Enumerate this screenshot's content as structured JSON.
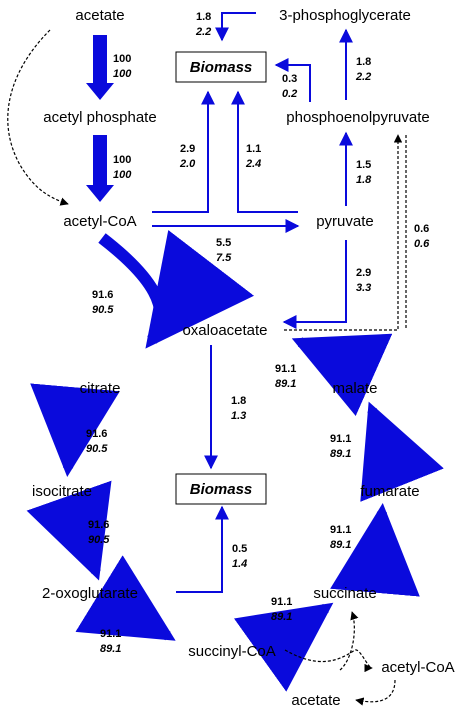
{
  "nodes": {
    "acetate_top": "acetate",
    "three_pg": "3-phosphoglycerate",
    "acetyl_phosphate": "acetyl phosphate",
    "pep": "phosphoenolpyruvate",
    "acetyl_coa": "acetyl-CoA",
    "pyruvate": "pyruvate",
    "oxaloacetate": "oxaloacetate",
    "citrate": "citrate",
    "malate": "malate",
    "isocitrate": "isocitrate",
    "fumarate": "fumarate",
    "oxoglutarate": "2-oxoglutarate",
    "succinate": "succinate",
    "succinyl_coa": "succinyl-CoA",
    "acetyl_coa_bottom": "acetyl-CoA",
    "acetate_bottom": "acetate"
  },
  "biomass_top": "Biomass",
  "biomass_mid": "Biomass",
  "fluxes": {
    "acetate_acp": [
      "100",
      "100"
    ],
    "acp_accoa": [
      "100",
      "100"
    ],
    "pg3_biomass": [
      "1.8",
      "2.2"
    ],
    "pep_pg3": [
      "1.8",
      "2.2"
    ],
    "pep_biomass": [
      "0.3",
      "0.2"
    ],
    "accoa_biomass": [
      "2.9",
      "2.0"
    ],
    "pyr_biomass": [
      "1.1",
      "2.4"
    ],
    "pyr_pep": [
      "1.5",
      "1.8"
    ],
    "accoa_pyr": [
      "5.5",
      "7.5"
    ],
    "oaa_pep": [
      "0.6",
      "0.6"
    ],
    "oaa_pyr": [
      "2.9",
      "3.3"
    ],
    "accoa_citrate": [
      "91.6",
      "90.5"
    ],
    "oaa_biomass": [
      "1.8",
      "1.3"
    ],
    "malate_oaa": [
      "91.1",
      "89.1"
    ],
    "citrate_isocitrate": [
      "91.6",
      "90.5"
    ],
    "fumarate_malate": [
      "91.1",
      "89.1"
    ],
    "isocitrate_oxo": [
      "91.6",
      "90.5"
    ],
    "oxo_biomass": [
      "0.5",
      "1.4"
    ],
    "succinate_fumarate": [
      "91.1",
      "89.1"
    ],
    "succcoa_succinate": [
      "91.1",
      "89.1"
    ],
    "oxo_succcoa": [
      "91.1",
      "89.1"
    ]
  },
  "colors": {
    "flux": "#0a0adc",
    "text": "#000000",
    "dashed": "#000000"
  }
}
